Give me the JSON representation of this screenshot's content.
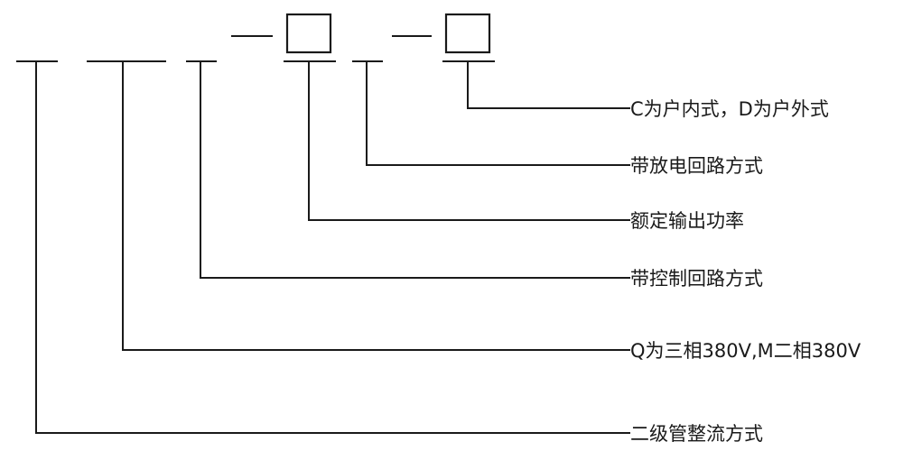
{
  "diagram": {
    "labels": {
      "indoor_outdoor": "C为户内式，D为户外式",
      "discharge_circuit": "带放电回路方式",
      "rated_power": "额定输出功率",
      "control_circuit": "带控制回路方式",
      "phase": "Q为三相380V,M二相380V",
      "rectifier": "二级管整流方式"
    },
    "code_slots": [
      "segment-1",
      "segment-2",
      "segment-3",
      "box-1",
      "segment-4",
      "box-2"
    ]
  },
  "colors": {
    "line": "#1a1a1a",
    "background": "#ffffff"
  }
}
